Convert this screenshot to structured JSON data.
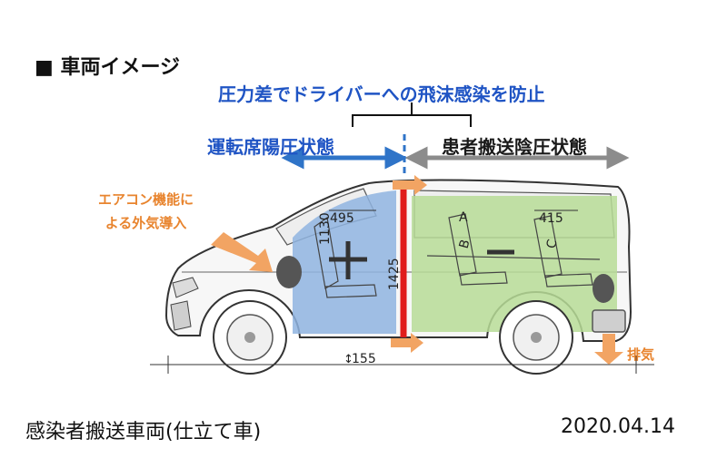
{
  "title": "■ 車両イメージ",
  "headline": "圧力差でドライバーへの飛沫感染を防止",
  "zones": {
    "left_label": "運転席陽圧状態",
    "right_label": "患者搬送陰圧状態"
  },
  "airflow": {
    "intake_line1": "エアコン機能に",
    "intake_line2": "よる外気導入",
    "exhaust_label": "排気"
  },
  "dimensions": {
    "d1130": "1130",
    "d495": "495",
    "d1425": "1425",
    "d415": "415",
    "d155": "155"
  },
  "seats": {
    "a": "A",
    "b": "B",
    "c": "C"
  },
  "caption": "感染者搬送車両(仕立て車)",
  "date": "2020.04.14",
  "colors": {
    "positive_zone": "#8fb4e0",
    "negative_zone": "#b7dc96",
    "partition": "#e01c1c",
    "arrow_blue": "#2f74c8",
    "arrow_gray": "#8c8c8c",
    "arrow_orange": "#f2a463",
    "text_blue": "#1f54c4"
  }
}
